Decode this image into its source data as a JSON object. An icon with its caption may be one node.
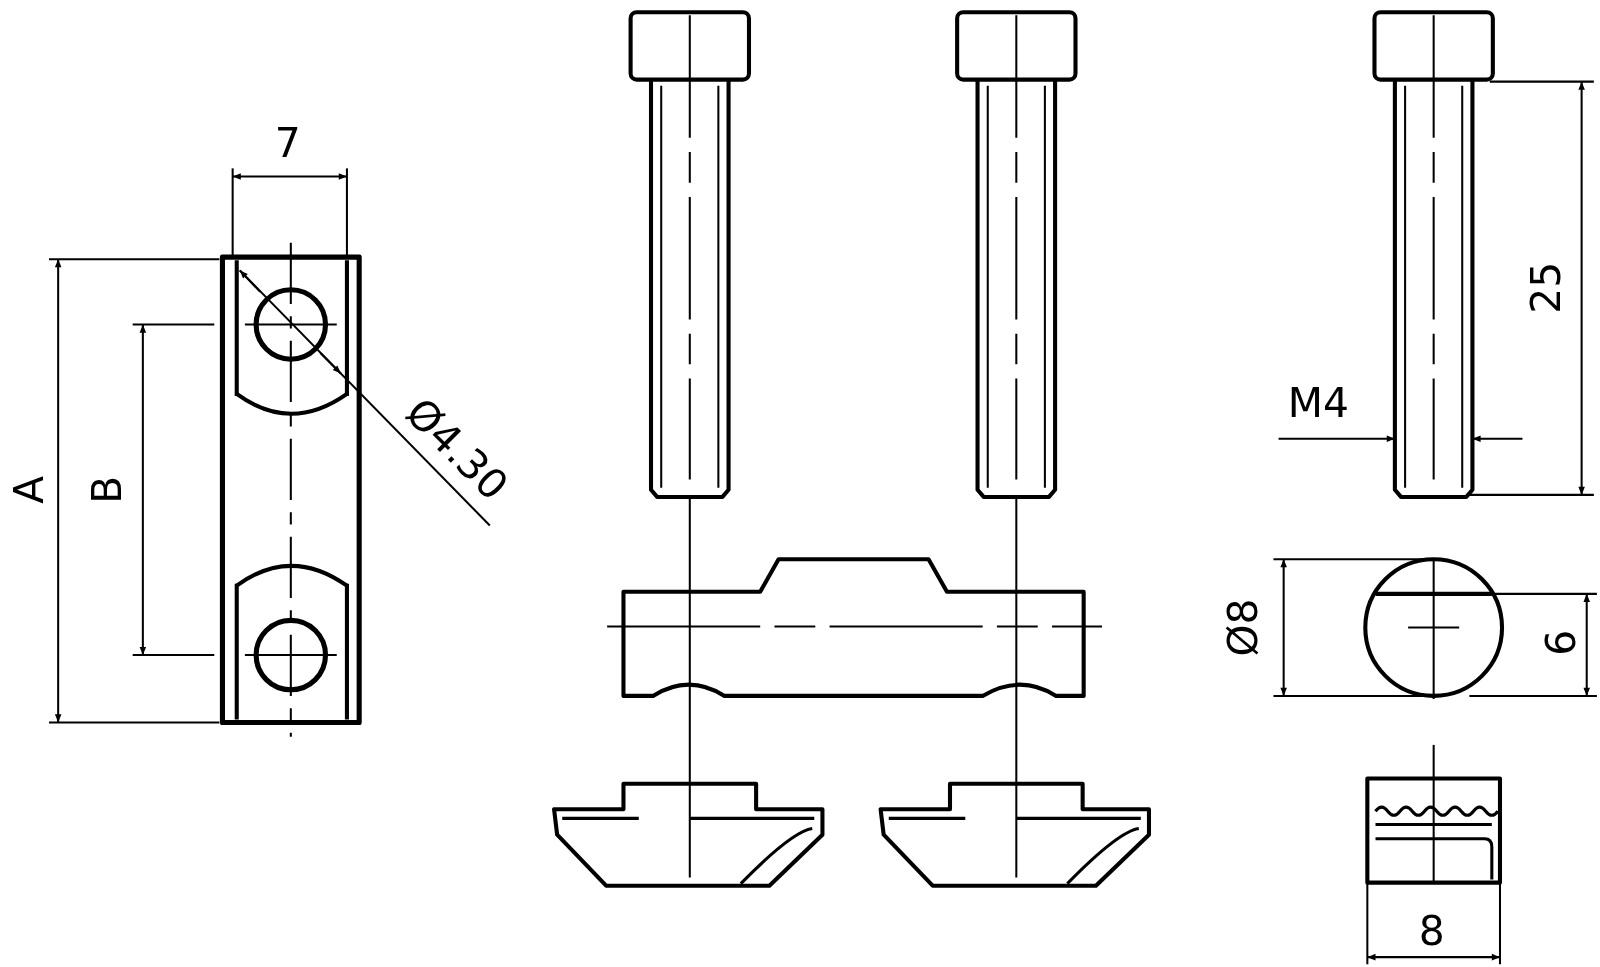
{
  "diagram": {
    "labels": [
      "7",
      "Ø4.30",
      "A",
      "B",
      "M4",
      "25",
      "Ø8",
      "6",
      "8"
    ]
  }
}
